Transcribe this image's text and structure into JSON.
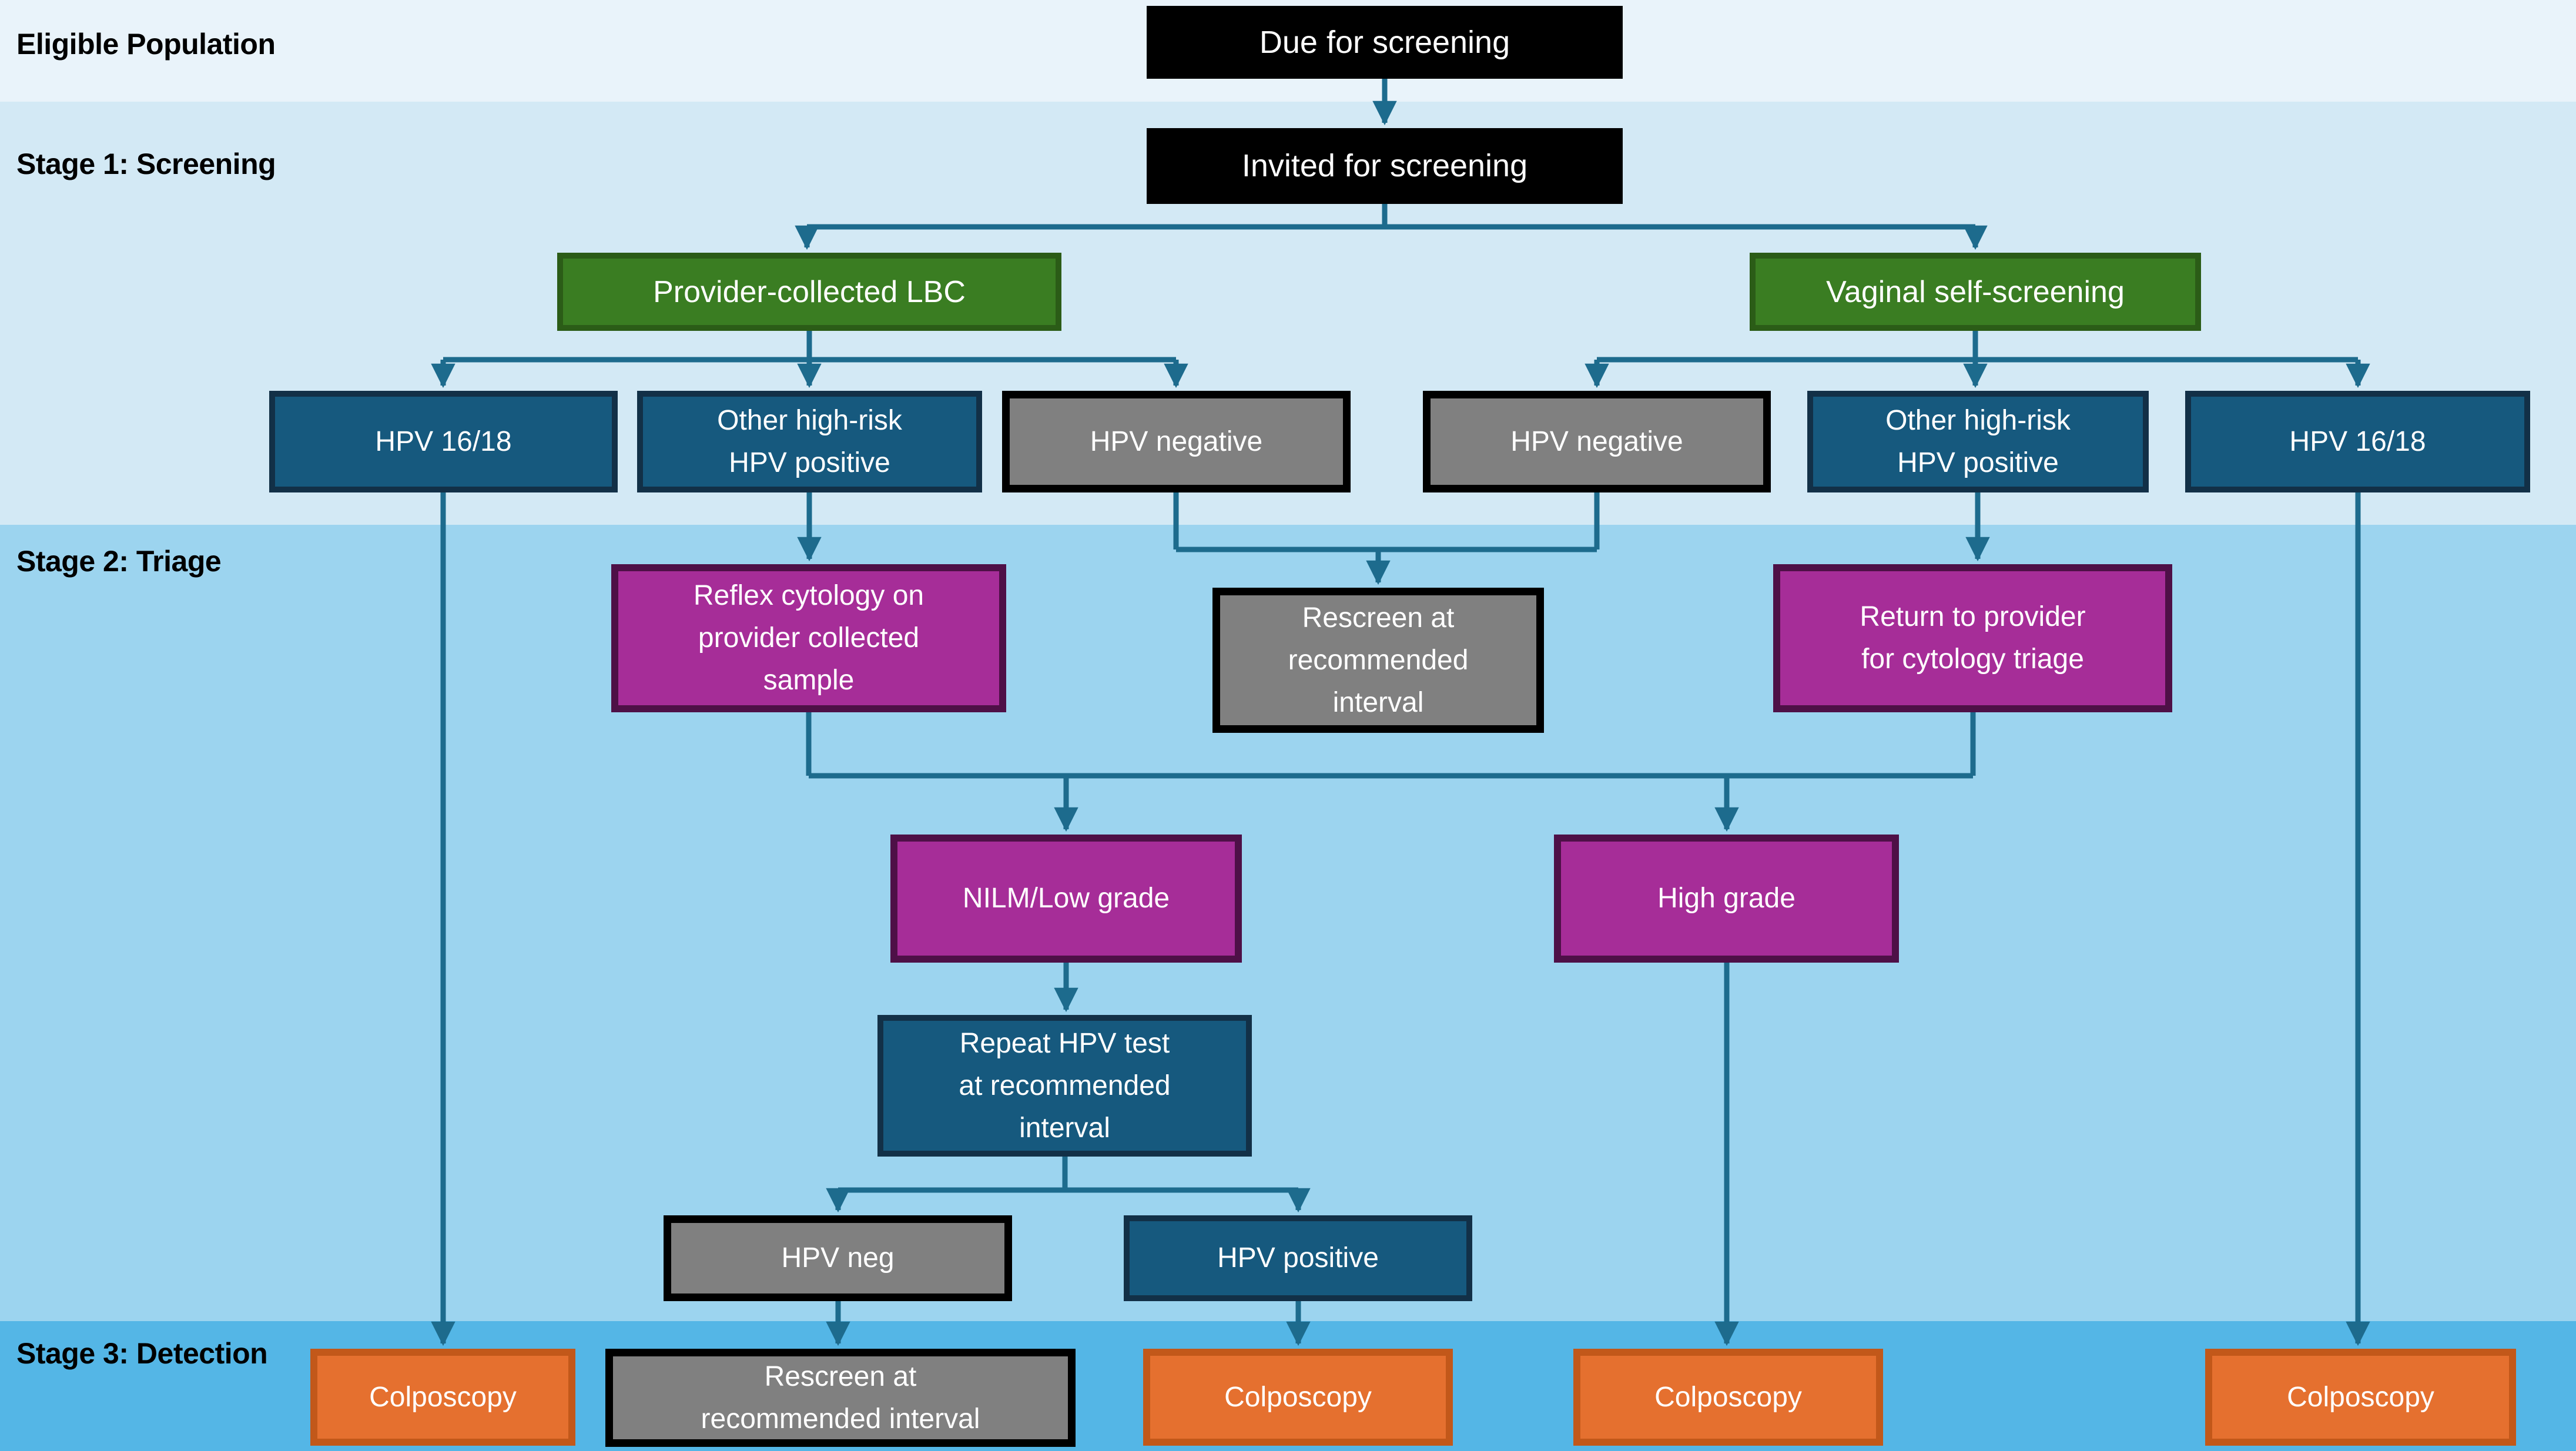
{
  "bands": [
    {
      "label": "Eligible Population"
    },
    {
      "label": "Stage 1: Screening"
    },
    {
      "label": "Stage 2: Triage"
    },
    {
      "label": "Stage 3: Detection"
    }
  ],
  "palette": {
    "band_eligible": "#e9f3fa",
    "band_stage1": "#d3e9f5",
    "band_stage2": "#9cd4ef",
    "band_stage3": "#54b6e6",
    "box_black": "#000000",
    "box_green": "#3a7d22",
    "box_teal": "#16597e",
    "box_gray": "#808080",
    "box_magenta": "#a62d98",
    "box_orange": "#e5702f",
    "box_text": "#ffffff",
    "connector": "#1d6b8d"
  },
  "nodes": [
    {
      "id": "due-for-screening",
      "label": "Due for screening",
      "style": "black"
    },
    {
      "id": "invited-for-screening",
      "label": "Invited for screening",
      "style": "black"
    },
    {
      "id": "provider-collected-lbc",
      "label": "Provider-collected LBC",
      "style": "green"
    },
    {
      "id": "vaginal-self-screening",
      "label": "Vaginal self-screening",
      "style": "green"
    },
    {
      "id": "hpv-1618-left",
      "label": "HPV 16/18",
      "style": "teal"
    },
    {
      "id": "other-high-risk-left",
      "label": "Other high-risk\nHPV positive",
      "style": "teal"
    },
    {
      "id": "hpv-negative-left",
      "label": "HPV negative",
      "style": "gray"
    },
    {
      "id": "hpv-negative-right",
      "label": "HPV negative",
      "style": "gray"
    },
    {
      "id": "other-high-risk-right",
      "label": "Other high-risk\nHPV positive",
      "style": "teal"
    },
    {
      "id": "hpv-1618-right",
      "label": "HPV 16/18",
      "style": "teal"
    },
    {
      "id": "reflex-cytology",
      "label": "Reflex cytology on\nprovider collected\nsample",
      "style": "magenta"
    },
    {
      "id": "rescreen-interval-triage",
      "label": "Rescreen at\nrecommended\ninterval",
      "style": "gray"
    },
    {
      "id": "return-to-provider",
      "label": "Return to provider\nfor cytology triage",
      "style": "magenta"
    },
    {
      "id": "nilm-low-grade",
      "label": "NILM/Low grade",
      "style": "magenta"
    },
    {
      "id": "high-grade",
      "label": "High grade",
      "style": "magenta"
    },
    {
      "id": "repeat-hpv-test",
      "label": "Repeat HPV test\nat recommended\ninterval",
      "style": "teal"
    },
    {
      "id": "hpv-neg",
      "label": "HPV neg",
      "style": "gray"
    },
    {
      "id": "hpv-positive",
      "label": "HPV positive",
      "style": "teal"
    },
    {
      "id": "colposcopy-1",
      "label": "Colposcopy",
      "style": "orange"
    },
    {
      "id": "rescreen-interval-detection",
      "label": "Rescreen at\nrecommended interval",
      "style": "gray"
    },
    {
      "id": "colposcopy-2",
      "label": "Colposcopy",
      "style": "orange"
    },
    {
      "id": "colposcopy-3",
      "label": "Colposcopy",
      "style": "orange"
    },
    {
      "id": "colposcopy-4",
      "label": "Colposcopy",
      "style": "orange"
    }
  ]
}
